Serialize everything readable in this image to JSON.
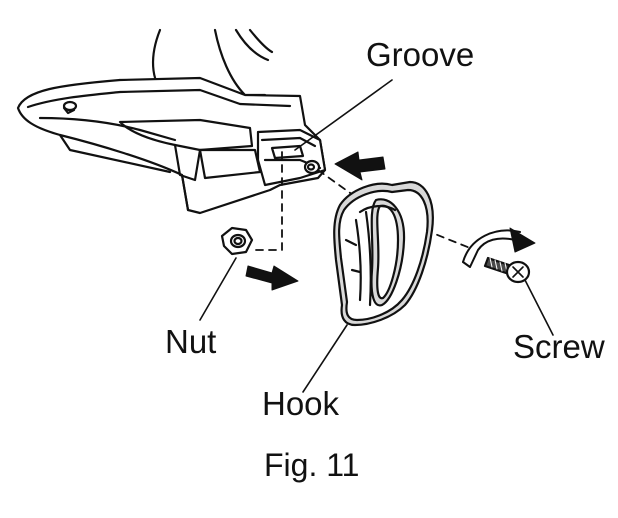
{
  "figure": {
    "caption": "Fig. 11",
    "labels": {
      "groove": "Groove",
      "nut": "Nut",
      "screw": "Screw",
      "hook": "Hook"
    }
  },
  "colors": {
    "line": "#111111",
    "fill": "#ffffff",
    "shade": "#d9d9d9",
    "dark": "#4a4a4a"
  }
}
